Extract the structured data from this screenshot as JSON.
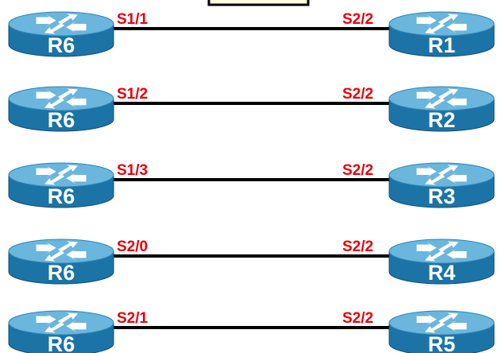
{
  "colors": {
    "router_top": "#6ab6dc",
    "router_body": "#1c73a6",
    "link": "#000000",
    "port_label": "#e8000b",
    "box_fill": "#ffffe0",
    "box_stroke": "#000000"
  },
  "links": [
    {
      "left": {
        "name": "R6",
        "port": "S1/1"
      },
      "right": {
        "name": "R1",
        "port": "S2/2"
      }
    },
    {
      "left": {
        "name": "R6",
        "port": "S1/2"
      },
      "right": {
        "name": "R2",
        "port": "S2/2"
      }
    },
    {
      "left": {
        "name": "R6",
        "port": "S1/3"
      },
      "right": {
        "name": "R3",
        "port": "S2/2"
      }
    },
    {
      "left": {
        "name": "R6",
        "port": "S2/0"
      },
      "right": {
        "name": "R4",
        "port": "S2/2"
      }
    },
    {
      "left": {
        "name": "R6",
        "port": "S2/1"
      },
      "right": {
        "name": "R5",
        "port": "S2/2"
      }
    }
  ]
}
